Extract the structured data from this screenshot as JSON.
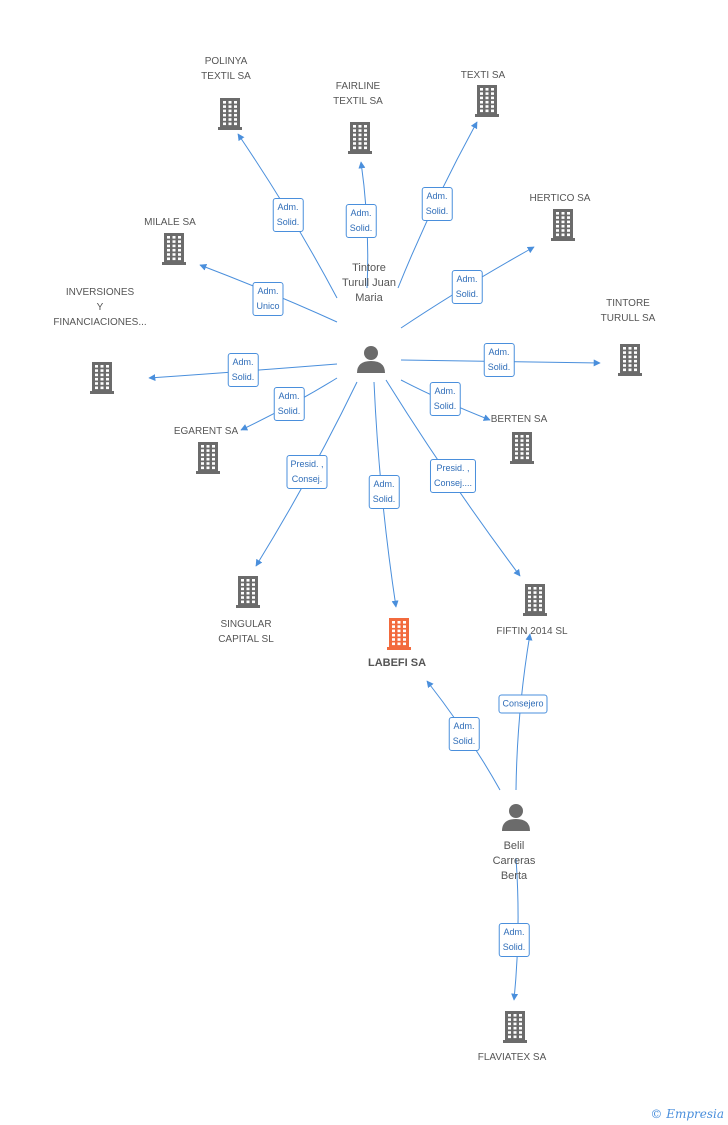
{
  "companies": [
    {
      "id": "polinya",
      "label": "POLINYA\nTEXTIL SA"
    },
    {
      "id": "fairline",
      "label": "FAIRLINE\nTEXTIL SA"
    },
    {
      "id": "texti",
      "label": "TEXTI SA"
    },
    {
      "id": "hertico",
      "label": "HERTICO SA"
    },
    {
      "id": "milale",
      "label": "MILALE SA"
    },
    {
      "id": "inversiones",
      "label": "INVERSIONES\nY\nFINANCIACIONES..."
    },
    {
      "id": "tintoresa",
      "label": "TINTORE\nTURULL SA"
    },
    {
      "id": "egarent",
      "label": "EGARENT SA"
    },
    {
      "id": "berten",
      "label": "BERTEN SA"
    },
    {
      "id": "singular",
      "label": "SINGULAR\nCAPITAL SL"
    },
    {
      "id": "labefi",
      "label": "LABEFI SA",
      "main": true
    },
    {
      "id": "fiftin",
      "label": "FIFTIN 2014  SL"
    },
    {
      "id": "flaviatex",
      "label": "FLAVIATEX SA"
    }
  ],
  "persons": [
    {
      "id": "tintore",
      "label": "Tintore\nTurull Juan\nMaria"
    },
    {
      "id": "belil",
      "label": "Belil\nCarreras\nBerta"
    }
  ],
  "edges": [
    {
      "from": "tintore",
      "to": "polinya",
      "label": "Adm.\nSolid."
    },
    {
      "from": "tintore",
      "to": "fairline",
      "label": "Adm.\nSolid."
    },
    {
      "from": "tintore",
      "to": "texti",
      "label": "Adm.\nSolid."
    },
    {
      "from": "tintore",
      "to": "hertico",
      "label": "Adm.\nSolid."
    },
    {
      "from": "tintore",
      "to": "milale",
      "label": "Adm.\nUnico"
    },
    {
      "from": "tintore",
      "to": "inversiones",
      "label": "Adm.\nSolid."
    },
    {
      "from": "tintore",
      "to": "tintoresa",
      "label": "Adm.\nSolid."
    },
    {
      "from": "tintore",
      "to": "egarent",
      "label": "Adm.\nSolid."
    },
    {
      "from": "tintore",
      "to": "berten",
      "label": "Adm.\nSolid."
    },
    {
      "from": "tintore",
      "to": "singular",
      "label": "Presid. ,\nConsej."
    },
    {
      "from": "tintore",
      "to": "labefi",
      "label": "Adm.\nSolid."
    },
    {
      "from": "tintore",
      "to": "fiftin",
      "label": "Presid. ,\nConsej...."
    },
    {
      "from": "belil",
      "to": "labefi",
      "label": "Adm.\nSolid."
    },
    {
      "from": "belil",
      "to": "fiftin",
      "label": "Consejero"
    },
    {
      "from": "belil",
      "to": "flaviatex",
      "label": "Adm.\nSolid."
    }
  ],
  "colors": {
    "edge": "#4a8fdc",
    "building": "#6b6b6b",
    "main_building": "#f26a3d",
    "person": "#6b6b6b"
  },
  "footer": {
    "symbol": "©",
    "brand": "Empresia"
  }
}
